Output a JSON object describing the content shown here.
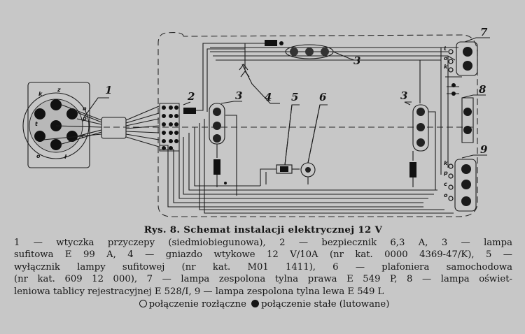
{
  "diagram": {
    "component_labels": [
      "1",
      "2",
      "3",
      "4",
      "5",
      "6",
      "3",
      "7",
      "8",
      "9"
    ],
    "plug_pin_labels": [
      "k",
      "z",
      "n",
      "p",
      "t",
      "c",
      "o",
      "ł"
    ]
  },
  "caption": {
    "title": "Rys. 8. Schemat instalacji elektrycznej 12 V",
    "legend_lines": [
      "1 — wtyczka przyczepy (siedmiobiegunowa), 2 — bezpiecznik 6,3 A, 3 — lampa",
      "sufitowa E 99 A, 4 — gniazdo wtykowe 12 V/10A (nr kat. 0000 4369-47/K), 5 —",
      "wyłącznik lampy sufitowej (nr kat. M01 1411), 6 — plafoniera samochodowa",
      "(nr kat. 609 12 000), 7 — lampa zespolona tylna prawa E 549 P, 8 — lampa oświet-",
      "leniowa tablicy rejestracyjnej E 528/I, 9 — lampa zespolona tylna lewa E 549 L"
    ],
    "key_open": "połączenie rozłączne",
    "key_solid": "połączenie stałe (lutowane)"
  }
}
